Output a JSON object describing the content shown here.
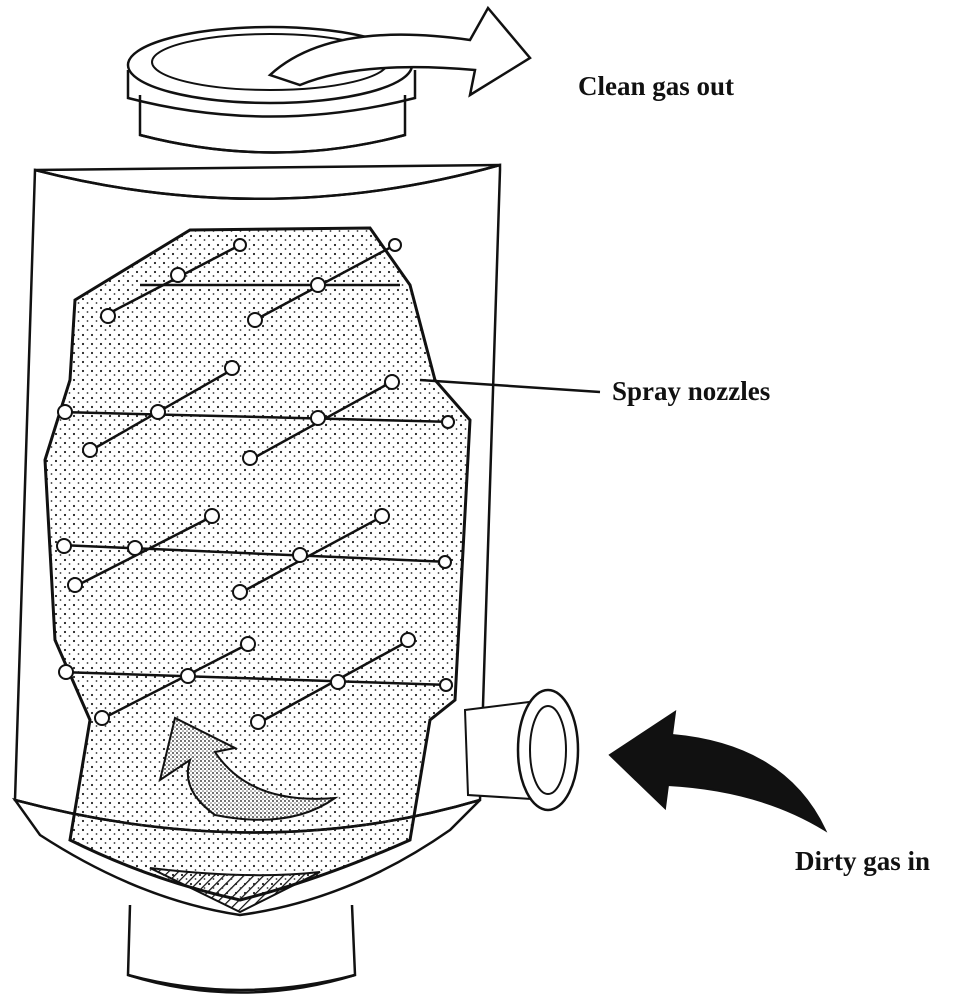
{
  "labels": {
    "clean_gas_out": "Clean gas out",
    "spray_nozzles": "Spray nozzles",
    "dirty_gas_in": "Dirty gas in"
  },
  "colors": {
    "ink": "#111111",
    "paper": "#ffffff"
  }
}
